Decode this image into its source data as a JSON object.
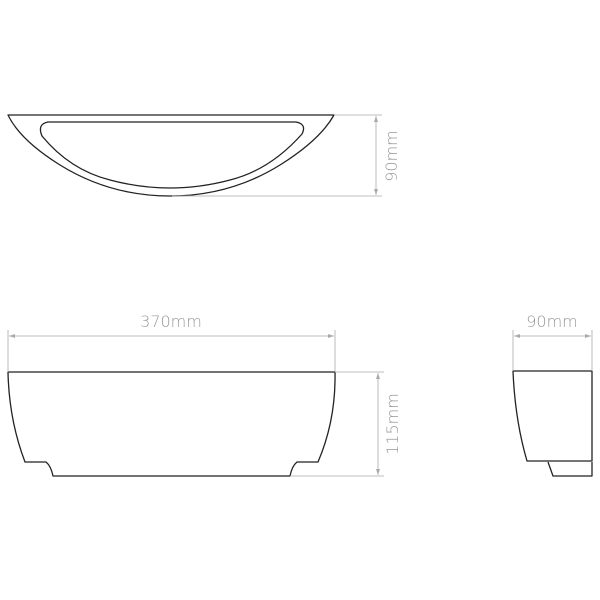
{
  "dimensions": {
    "top_view_depth": "90mm",
    "front_view_width": "370mm",
    "front_view_height": "115mm",
    "side_view_depth": "90mm"
  },
  "colors": {
    "outline": "#222222",
    "dimension": "#aaaaaa",
    "label": "#999999"
  }
}
